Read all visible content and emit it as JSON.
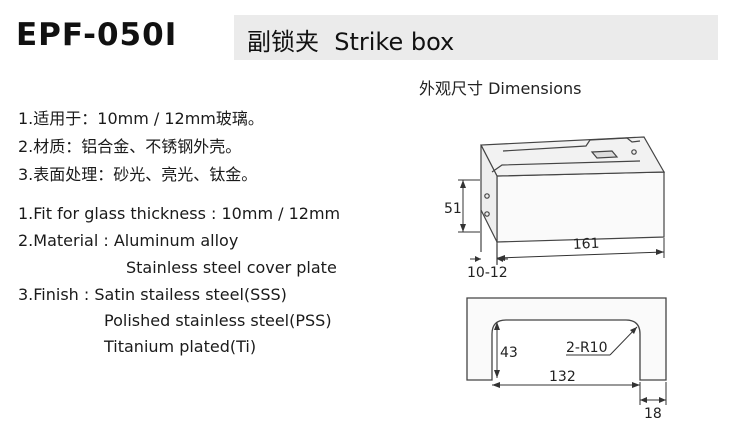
{
  "header": {
    "model_code": "EPF-050I",
    "title": "副锁夹  Strike box"
  },
  "drawing": {
    "label": "外观尺寸 Dimensions",
    "top_view": {
      "height": "51",
      "length": "161",
      "glass": "10-12"
    },
    "profile_view": {
      "radius": "2-R10",
      "height": "43",
      "width": "132",
      "side": "18"
    }
  },
  "specs_cn": [
    "1.适用于：10mm / 12mm玻璃。",
    "2.材质：铝合金、不锈钢外壳。",
    "3.表面处理：砂光、亮光、钛金。"
  ],
  "specs_en": {
    "fit": "1.Fit for glass thickness : 10mm / 12mm",
    "material": "2.Material : Aluminum alloy",
    "material_2": "Stainless steel cover plate",
    "finish": "3.Finish : Satin stailess steel(SSS)",
    "finish_2": "Polished stainless steel(PSS)",
    "finish_3": "Titanium plated(Ti)"
  }
}
